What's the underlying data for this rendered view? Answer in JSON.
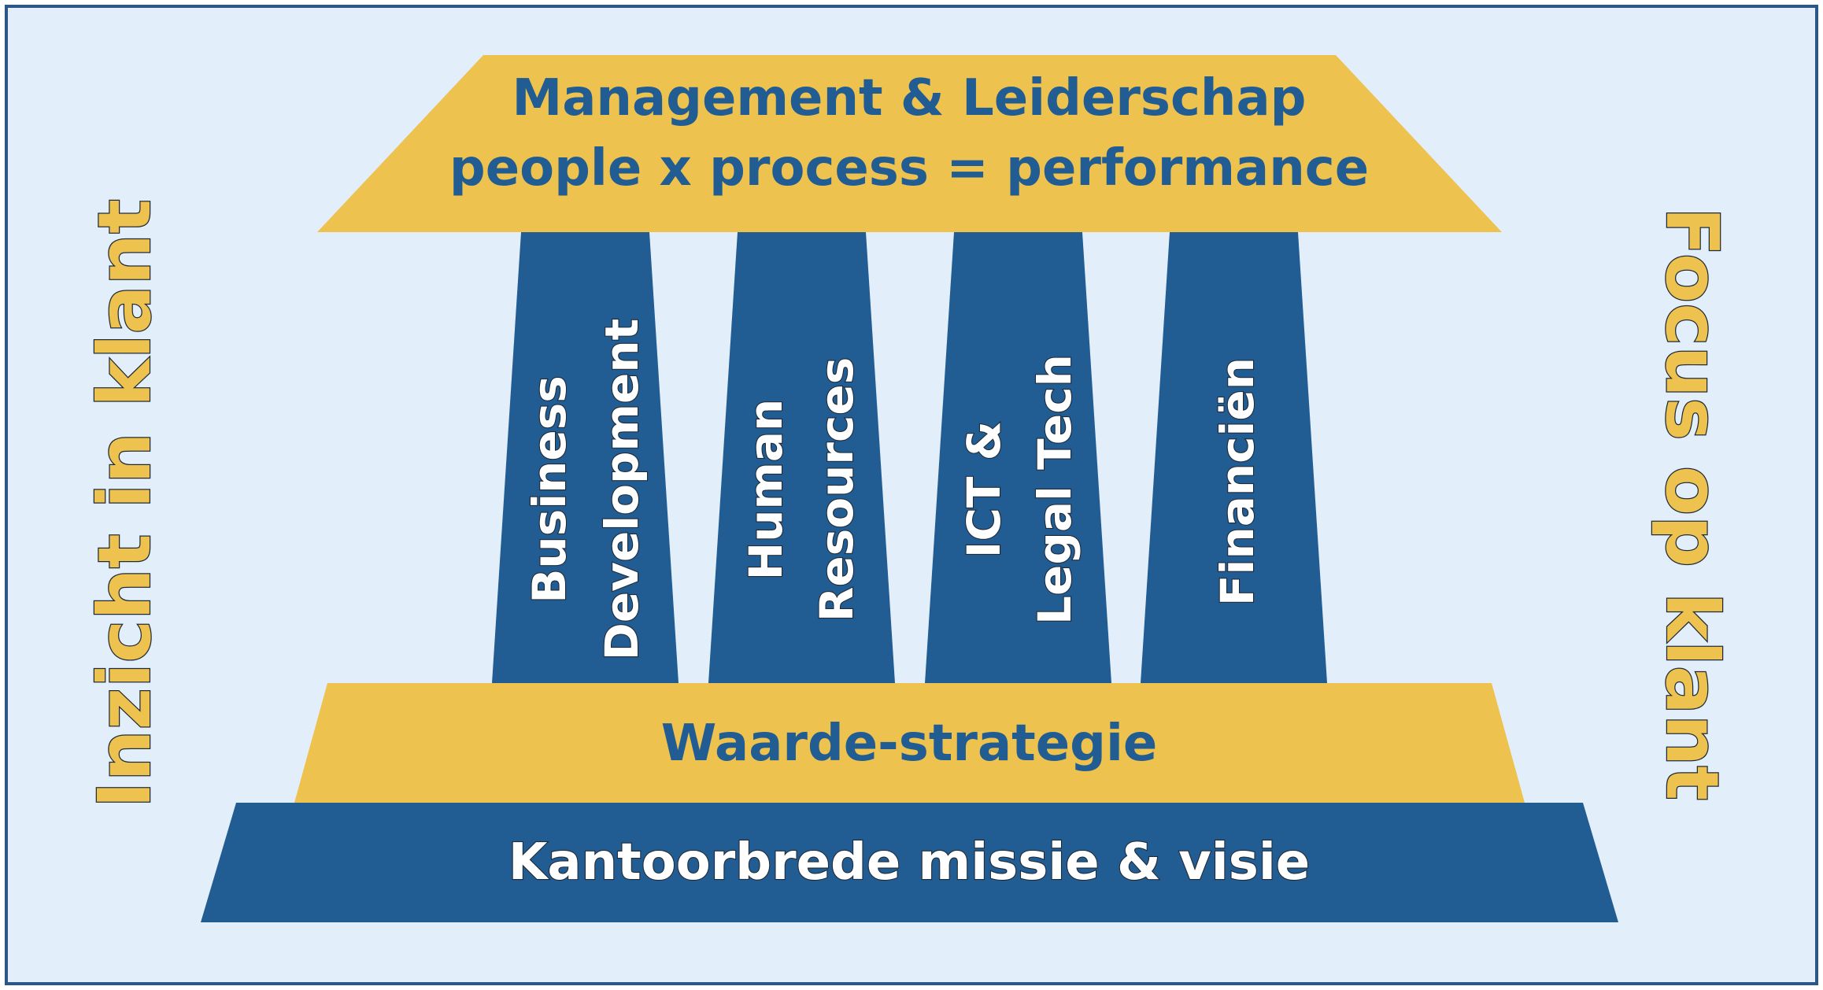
{
  "diagram": {
    "roof": {
      "line1": "Management & Leiderschap",
      "line2": "people x process = performance"
    },
    "pillars": [
      {
        "line1": "Business",
        "line2": "Development"
      },
      {
        "line1": "Human",
        "line2": "Resources"
      },
      {
        "line1": "ICT &",
        "line2": "Legal Tech"
      },
      {
        "line1": "Financiën",
        "line2": ""
      }
    ],
    "upper_base": "Waarde-strategie",
    "lower_base": "Kantoorbrede missie & visie",
    "left_label": "Inzicht in klant",
    "right_label": "Focus op klant"
  },
  "colors": {
    "background": "#e3eefb",
    "border": "#2a5788",
    "gold": "#eec24e",
    "blue": "#215d93",
    "outline": "#1f2a38"
  }
}
